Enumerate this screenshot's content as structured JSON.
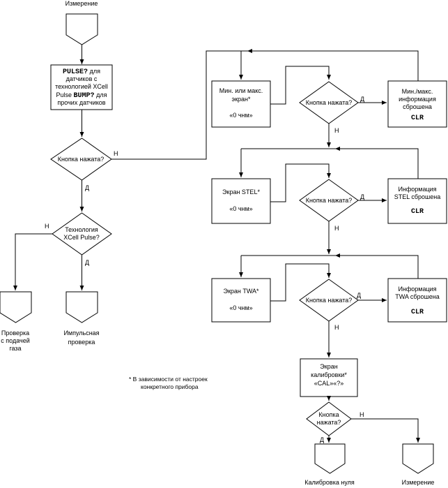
{
  "start_label": "Измерение",
  "box_pulse": {
    "pulse_cmd": "PULSE?",
    "l1_after": " для",
    "l2": "датчиков с",
    "l3": "технологией XCell",
    "l4_before": "Pulse ",
    "bump_cmd": "BUMP?",
    "l4_after": " для",
    "l5": "прочих датчиков"
  },
  "dec_button_main": "Кнопка нажата?",
  "dec_xcell_l1": "Технология",
  "dec_xcell_l2": "XCell Pulse?",
  "yes": "Д",
  "no": "Н",
  "end_gas_l1": "Проверка",
  "end_gas_l2": "с подачей",
  "end_gas_l3": "газа",
  "end_pulse_l1": "Импульсная",
  "end_pulse_l2": "проверка",
  "note_l1": "* В зависимости от настроек",
  "note_l2": "конкретного прибора",
  "minmax_screen_l1": "Мин. или макс.",
  "minmax_screen_l2": "экран*",
  "minmax_screen_l3": "«0 чнм»",
  "dec_minmax": "Кнопка нажата?",
  "minmax_reset_l1": "Мин./макс.",
  "minmax_reset_l2": "информация",
  "minmax_reset_l3": "сброшена",
  "clr": "CLR",
  "stel_screen_l1": "Экран STEL*",
  "stel_screen_l2": "«0 чнм»",
  "dec_stel": "Кнопка нажата?",
  "stel_reset_l1": "Информация",
  "stel_reset_l2": "STEL сброшена",
  "twa_screen_l1": "Экран TWA*",
  "twa_screen_l2": "«0 чнм»",
  "dec_twa": "Кнопка нажата?",
  "twa_reset_l1": "Информация",
  "twa_reset_l2": "TWA сброшена",
  "cal_screen_l1": "Экран",
  "cal_screen_l2": "калибровки*",
  "cal_screen_l3": "«CAL»«?»",
  "dec_cal_l1": "Кнопка",
  "dec_cal_l2": "нажата?",
  "end_zero": "Калибровка нуля",
  "end_measure": "Измерение"
}
